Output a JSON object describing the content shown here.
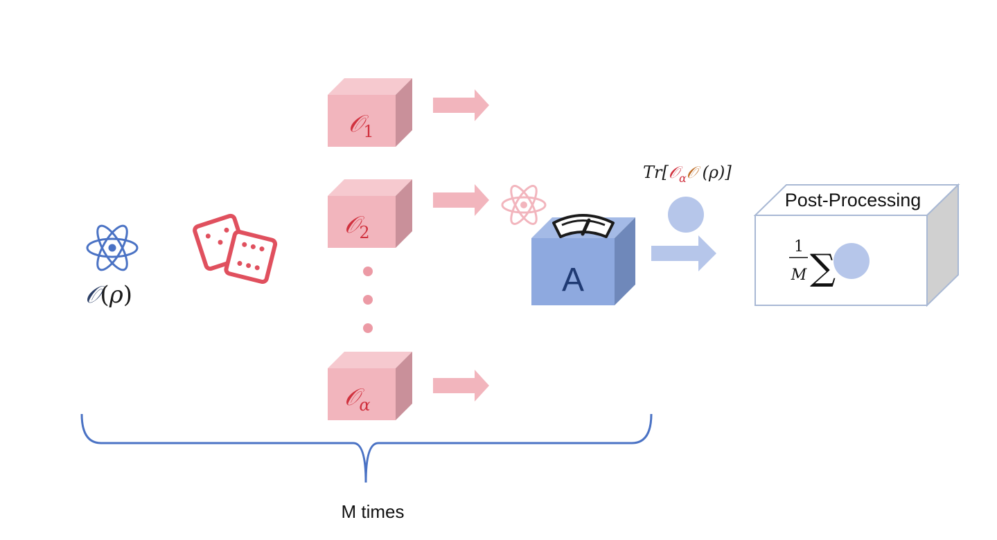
{
  "input_state": {
    "operator": "𝒪",
    "open": "(",
    "rho": "ρ",
    "close": ")"
  },
  "random_channels": [
    {
      "symbol": "𝒪",
      "subscript": "1"
    },
    {
      "symbol": "𝒪",
      "subscript": "2"
    },
    {
      "symbol": "𝒪",
      "subscript": "α"
    }
  ],
  "measurement_box": {
    "label": "A"
  },
  "trace_expression": {
    "prefix": "Tr[",
    "op_alpha": "𝒪",
    "op_alpha_sub": "α",
    "op": "𝒪",
    "rho_part": " (ρ)]"
  },
  "post_processing": {
    "title": "Post-Processing",
    "numerator": "1",
    "denominator": "M",
    "sum": "∑"
  },
  "brace": {
    "label": "M times"
  },
  "colors": {
    "blue": "#4a72c4",
    "pink_front": "#f2b5bd",
    "pink_top": "#f6c9cf",
    "pink_side": "#c9909a",
    "pink_arrow": "#f2b5bd",
    "red_text": "#d0313e",
    "dice_red": "#e0505e",
    "blue_front": "#8ea9df",
    "blue_top": "#a4bae6",
    "blue_side": "#6f88ba",
    "light_blue": "#b6c6ea",
    "orange": "#c0702a"
  }
}
